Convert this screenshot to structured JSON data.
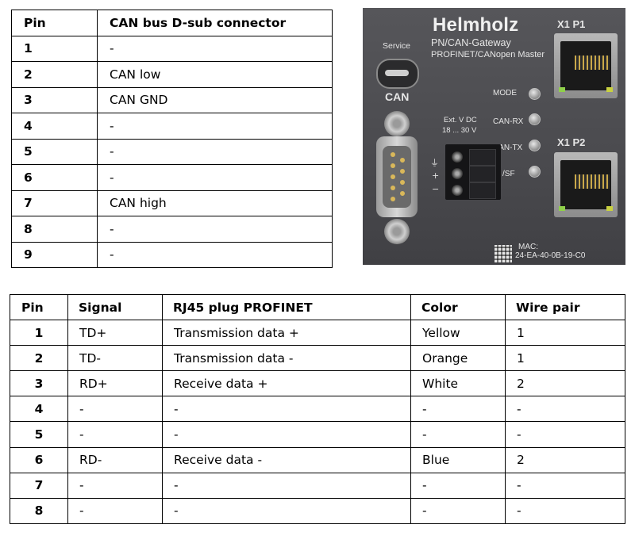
{
  "can_table": {
    "headers": [
      "Pin",
      "CAN bus D-sub connector"
    ],
    "rows": [
      [
        "1",
        "-"
      ],
      [
        "2",
        "CAN low"
      ],
      [
        "3",
        "CAN GND"
      ],
      [
        "4",
        "-"
      ],
      [
        "5",
        "-"
      ],
      [
        "6",
        "-"
      ],
      [
        "7",
        "CAN high"
      ],
      [
        "8",
        "-"
      ],
      [
        "9",
        "-"
      ]
    ]
  },
  "device": {
    "brand": "Helmholz",
    "product": "PN/CAN-Gateway",
    "subtitle": "PROFINET/CANopen Master",
    "port1": "X1 P1",
    "port2": "X1 P2",
    "service": "Service",
    "can": "CAN",
    "ext_line1": "Ext. V DC",
    "ext_line2": "18 ... 30 V",
    "leds": [
      "MODE",
      "CAN-RX",
      "CAN-TX",
      "/SF"
    ],
    "mac_label": "MAC:",
    "mac_value": "24-EA-40-0B-19-C0"
  },
  "rj45_table": {
    "headers": [
      "Pin",
      "Signal",
      "RJ45 plug PROFINET",
      "Color",
      "Wire pair"
    ],
    "rows": [
      [
        "1",
        "TD+",
        "Transmission data +",
        "Yellow",
        "1"
      ],
      [
        "2",
        "TD-",
        "Transmission data -",
        "Orange",
        "1"
      ],
      [
        "3",
        "RD+",
        "Receive data +",
        "White",
        "2"
      ],
      [
        "4",
        "-",
        "-",
        "-",
        "-"
      ],
      [
        "5",
        "-",
        "-",
        "-",
        "-"
      ],
      [
        "6",
        "RD-",
        "Receive data -",
        "Blue",
        "2"
      ],
      [
        "7",
        "-",
        "-",
        "-",
        "-"
      ],
      [
        "8",
        "-",
        "-",
        "-",
        "-"
      ]
    ]
  }
}
